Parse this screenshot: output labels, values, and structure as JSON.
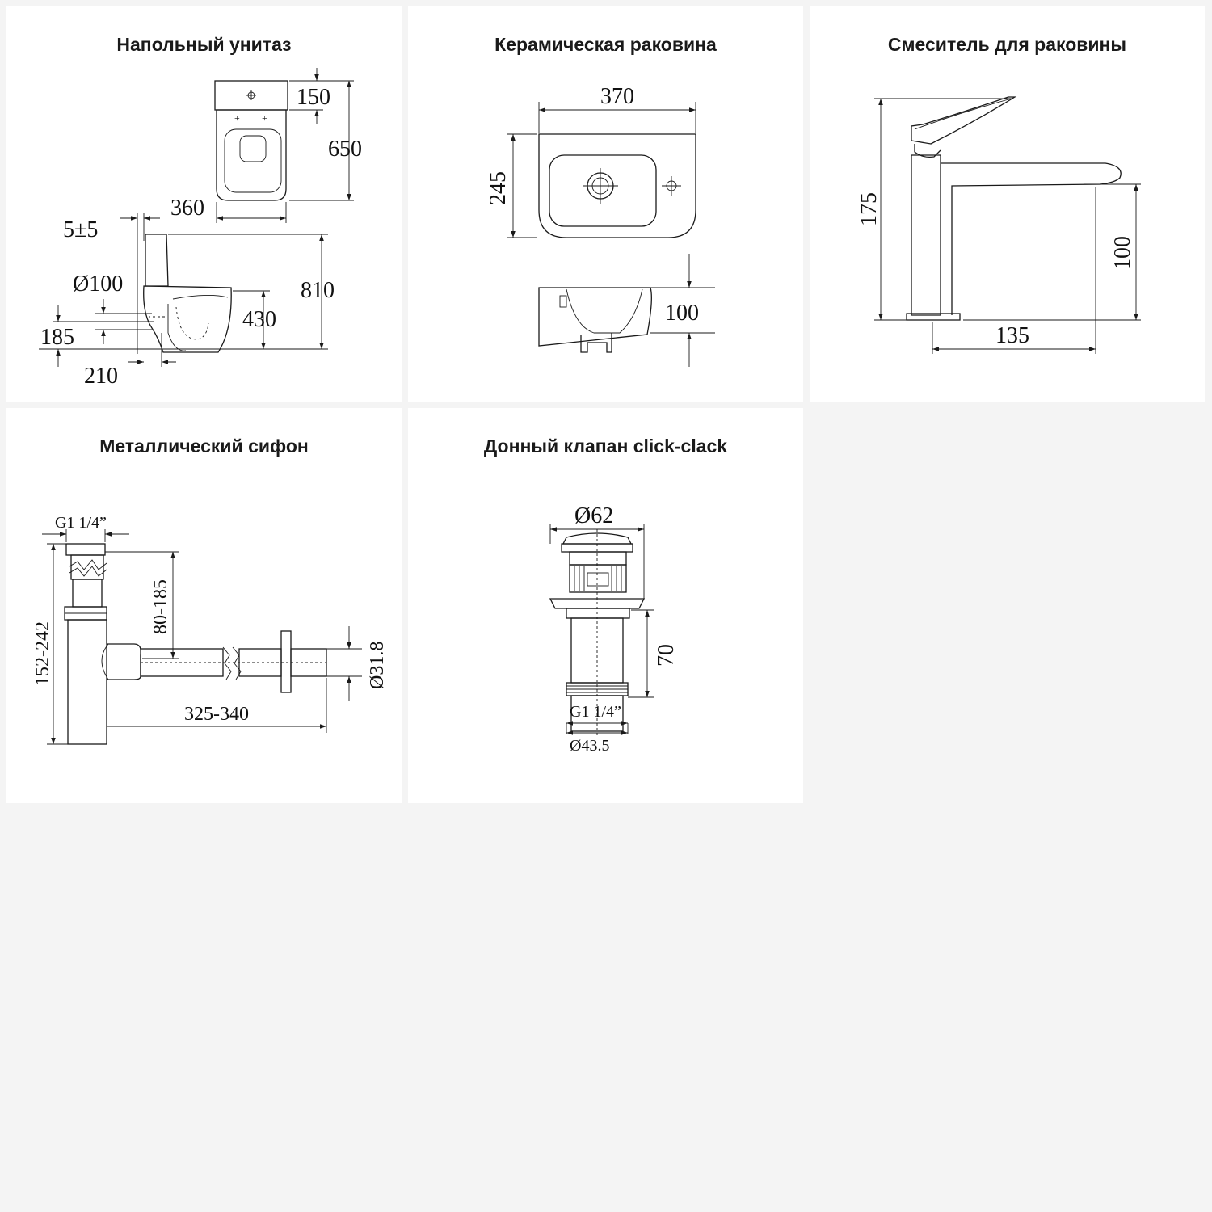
{
  "panels": {
    "toilet": {
      "title": "Напольный унитаз",
      "dims": {
        "d150": "150",
        "d650": "650",
        "d360": "360",
        "d5": "5±5",
        "d810": "810",
        "d100": "Ø100",
        "d430": "430",
        "d185": "185",
        "d210": "210"
      }
    },
    "sink": {
      "title": "Керамическая раковина",
      "dims": {
        "d370": "370",
        "d245": "245",
        "d100": "100"
      }
    },
    "faucet": {
      "title": "Смеситель для раковины",
      "dims": {
        "d175": "175",
        "d100": "100",
        "d135": "135"
      }
    },
    "siphon": {
      "title": "Металлический сифон",
      "dims": {
        "g": "G1 1/4”",
        "d152": "152-242",
        "d80": "80-185",
        "d318": "Ø31.8",
        "d325": "325-340"
      }
    },
    "valve": {
      "title": "Донный клапан click-clack",
      "dims": {
        "d62": "Ø62",
        "d70": "70",
        "g": "G1 1/4”",
        "d435": "Ø43.5"
      }
    }
  }
}
